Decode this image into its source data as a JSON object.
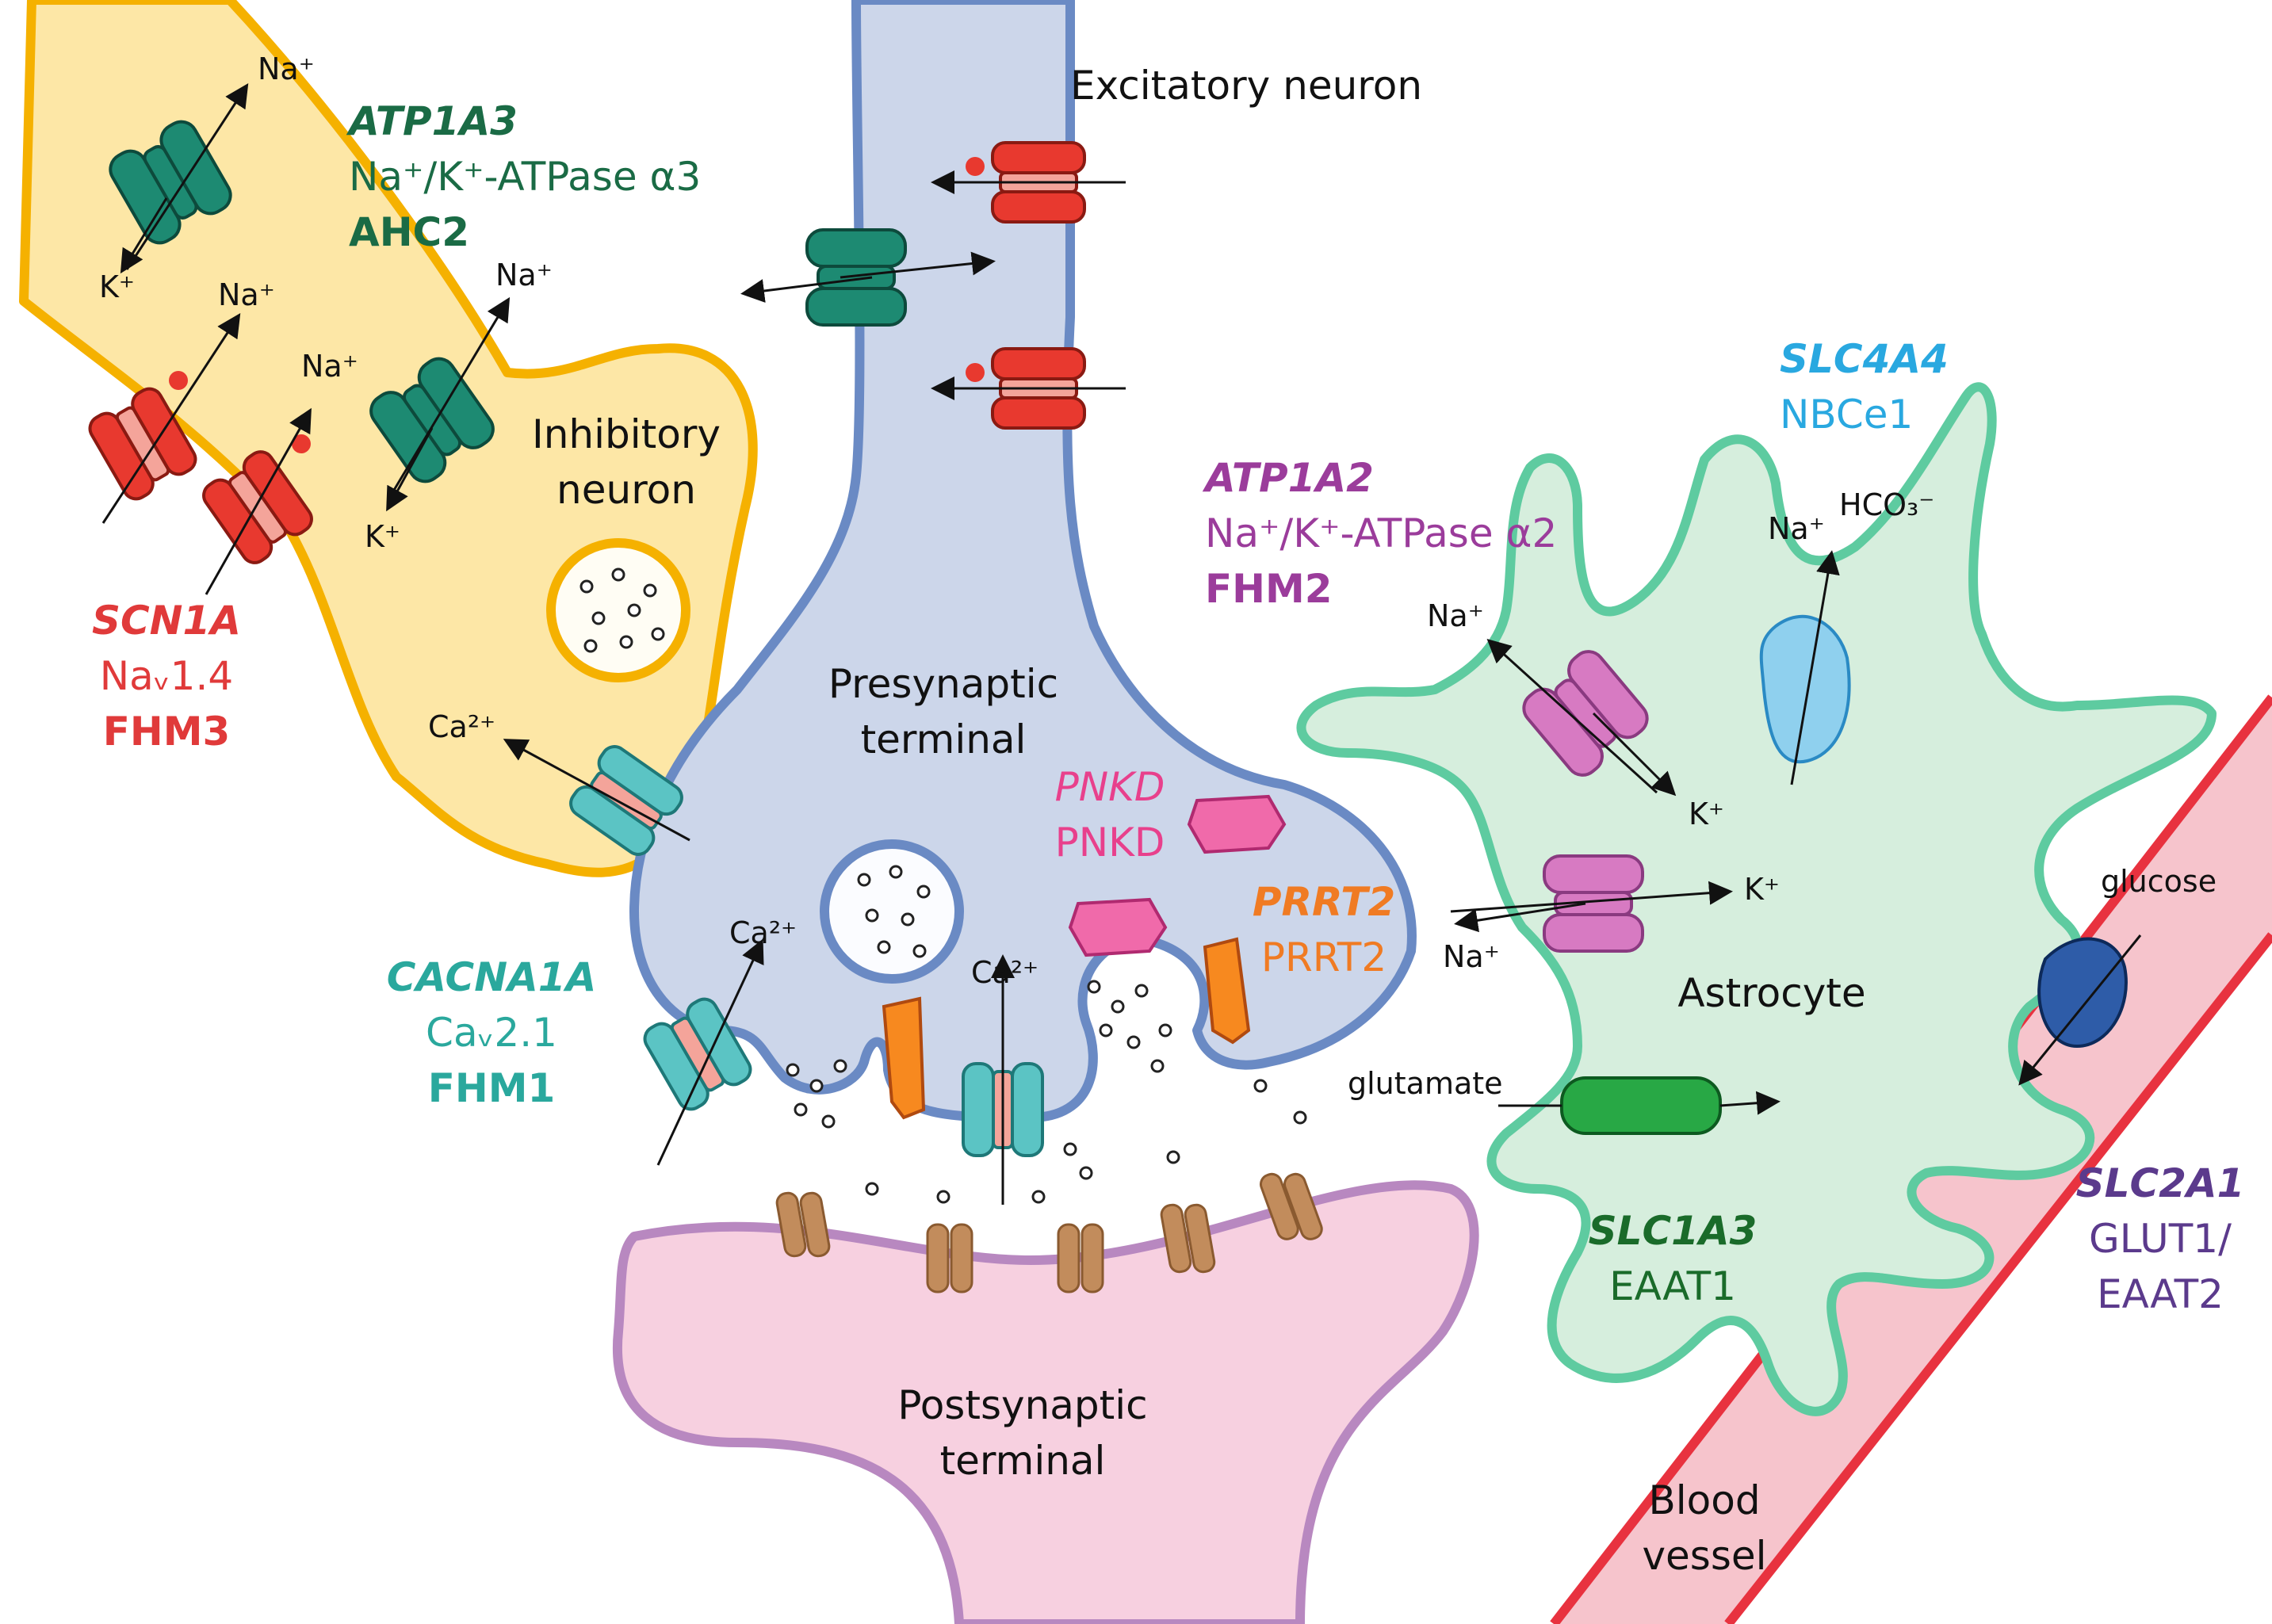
{
  "colors": {
    "scn1a": "#e03a3a",
    "atp1a3": "#1a6b45",
    "cacna1a": "#2aa89d",
    "atp1a2": "#9b3c9b",
    "slc4a4": "#29a8e0",
    "slc1a3": "#1a6b2a",
    "slc2a1": "#5b3a8c",
    "pnkd": "#e8408c",
    "prrt2": "#f07b23"
  },
  "cells": {
    "excitatory": "Excitatory neuron",
    "inhibitory_1": "Inhibitory",
    "inhibitory_2": "neuron",
    "presynaptic_1": "Presynaptic",
    "presynaptic_2": "terminal",
    "postsynaptic_1": "Postsynaptic",
    "postsynaptic_2": "terminal",
    "astrocyte": "Astrocyte",
    "vessel_1": "Blood",
    "vessel_2": "vessel"
  },
  "genes": {
    "atp1a3": {
      "gene": "ATP1A3",
      "protein": "Na⁺/K⁺-ATPase α3",
      "disease": "AHC2"
    },
    "scn1a": {
      "gene": "SCN1A",
      "protein": "Naᵥ1.4",
      "disease": "FHM3"
    },
    "cacna1a": {
      "gene": "CACNA1A",
      "protein": "Caᵥ2.1",
      "disease": "FHM1"
    },
    "atp1a2": {
      "gene": "ATP1A2",
      "protein": "Na⁺/K⁺-ATPase α2",
      "disease": "FHM2"
    },
    "slc4a4": {
      "gene": "SLC4A4",
      "protein": "NBCe1"
    },
    "pnkd": {
      "gene": "PNKD",
      "protein": "PNKD"
    },
    "prrt2": {
      "gene": "PRRT2",
      "protein": "PRRT2"
    },
    "slc1a3": {
      "gene": "SLC1A3",
      "protein": "EAAT1"
    },
    "slc2a1": {
      "gene": "SLC2A1",
      "protein_1": "GLUT1/",
      "protein_2": "EAAT2"
    }
  },
  "ions": {
    "na": "Na⁺",
    "k": "K⁺",
    "ca": "Ca²⁺",
    "hco3": "HCO₃⁻",
    "glutamate": "glutamate",
    "glucose": "glucose"
  }
}
